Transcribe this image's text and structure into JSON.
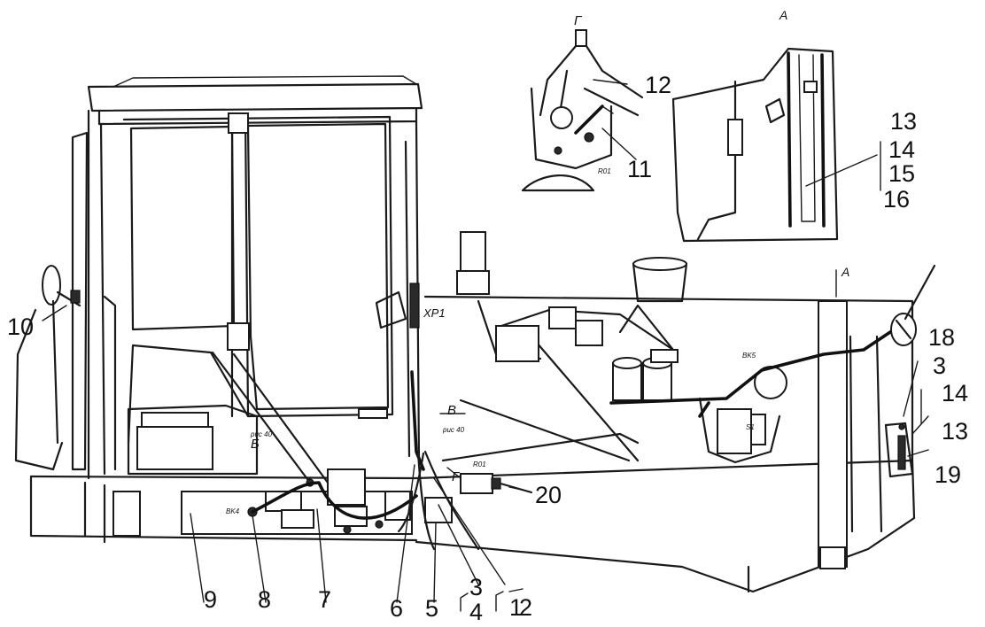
{
  "labels": {
    "n1": "1",
    "n2": "2",
    "n3": "3",
    "n3b": "3",
    "n4": "4",
    "n5": "5",
    "n6": "6",
    "n7": "7",
    "n8": "8",
    "n9": "9",
    "n10": "10",
    "n11": "11",
    "n12": "12",
    "n13": "13",
    "n13b": "13",
    "n14": "14",
    "n14b": "14",
    "n15": "15",
    "n16": "16",
    "n18": "18",
    "n19": "19",
    "n20": "20"
  },
  "view_marks": {
    "g1": "Г",
    "g2": "Г",
    "a1": "А",
    "a2": "А",
    "b": "Б",
    "v": "В"
  },
  "callouts": {
    "xp1": "XP1",
    "ris40a": "рис 40",
    "ris40b": "рис 40",
    "r01a": "R01",
    "r01b": "R01",
    "bk4": "BK4",
    "bk5": "BK5",
    "s1": "S1"
  }
}
